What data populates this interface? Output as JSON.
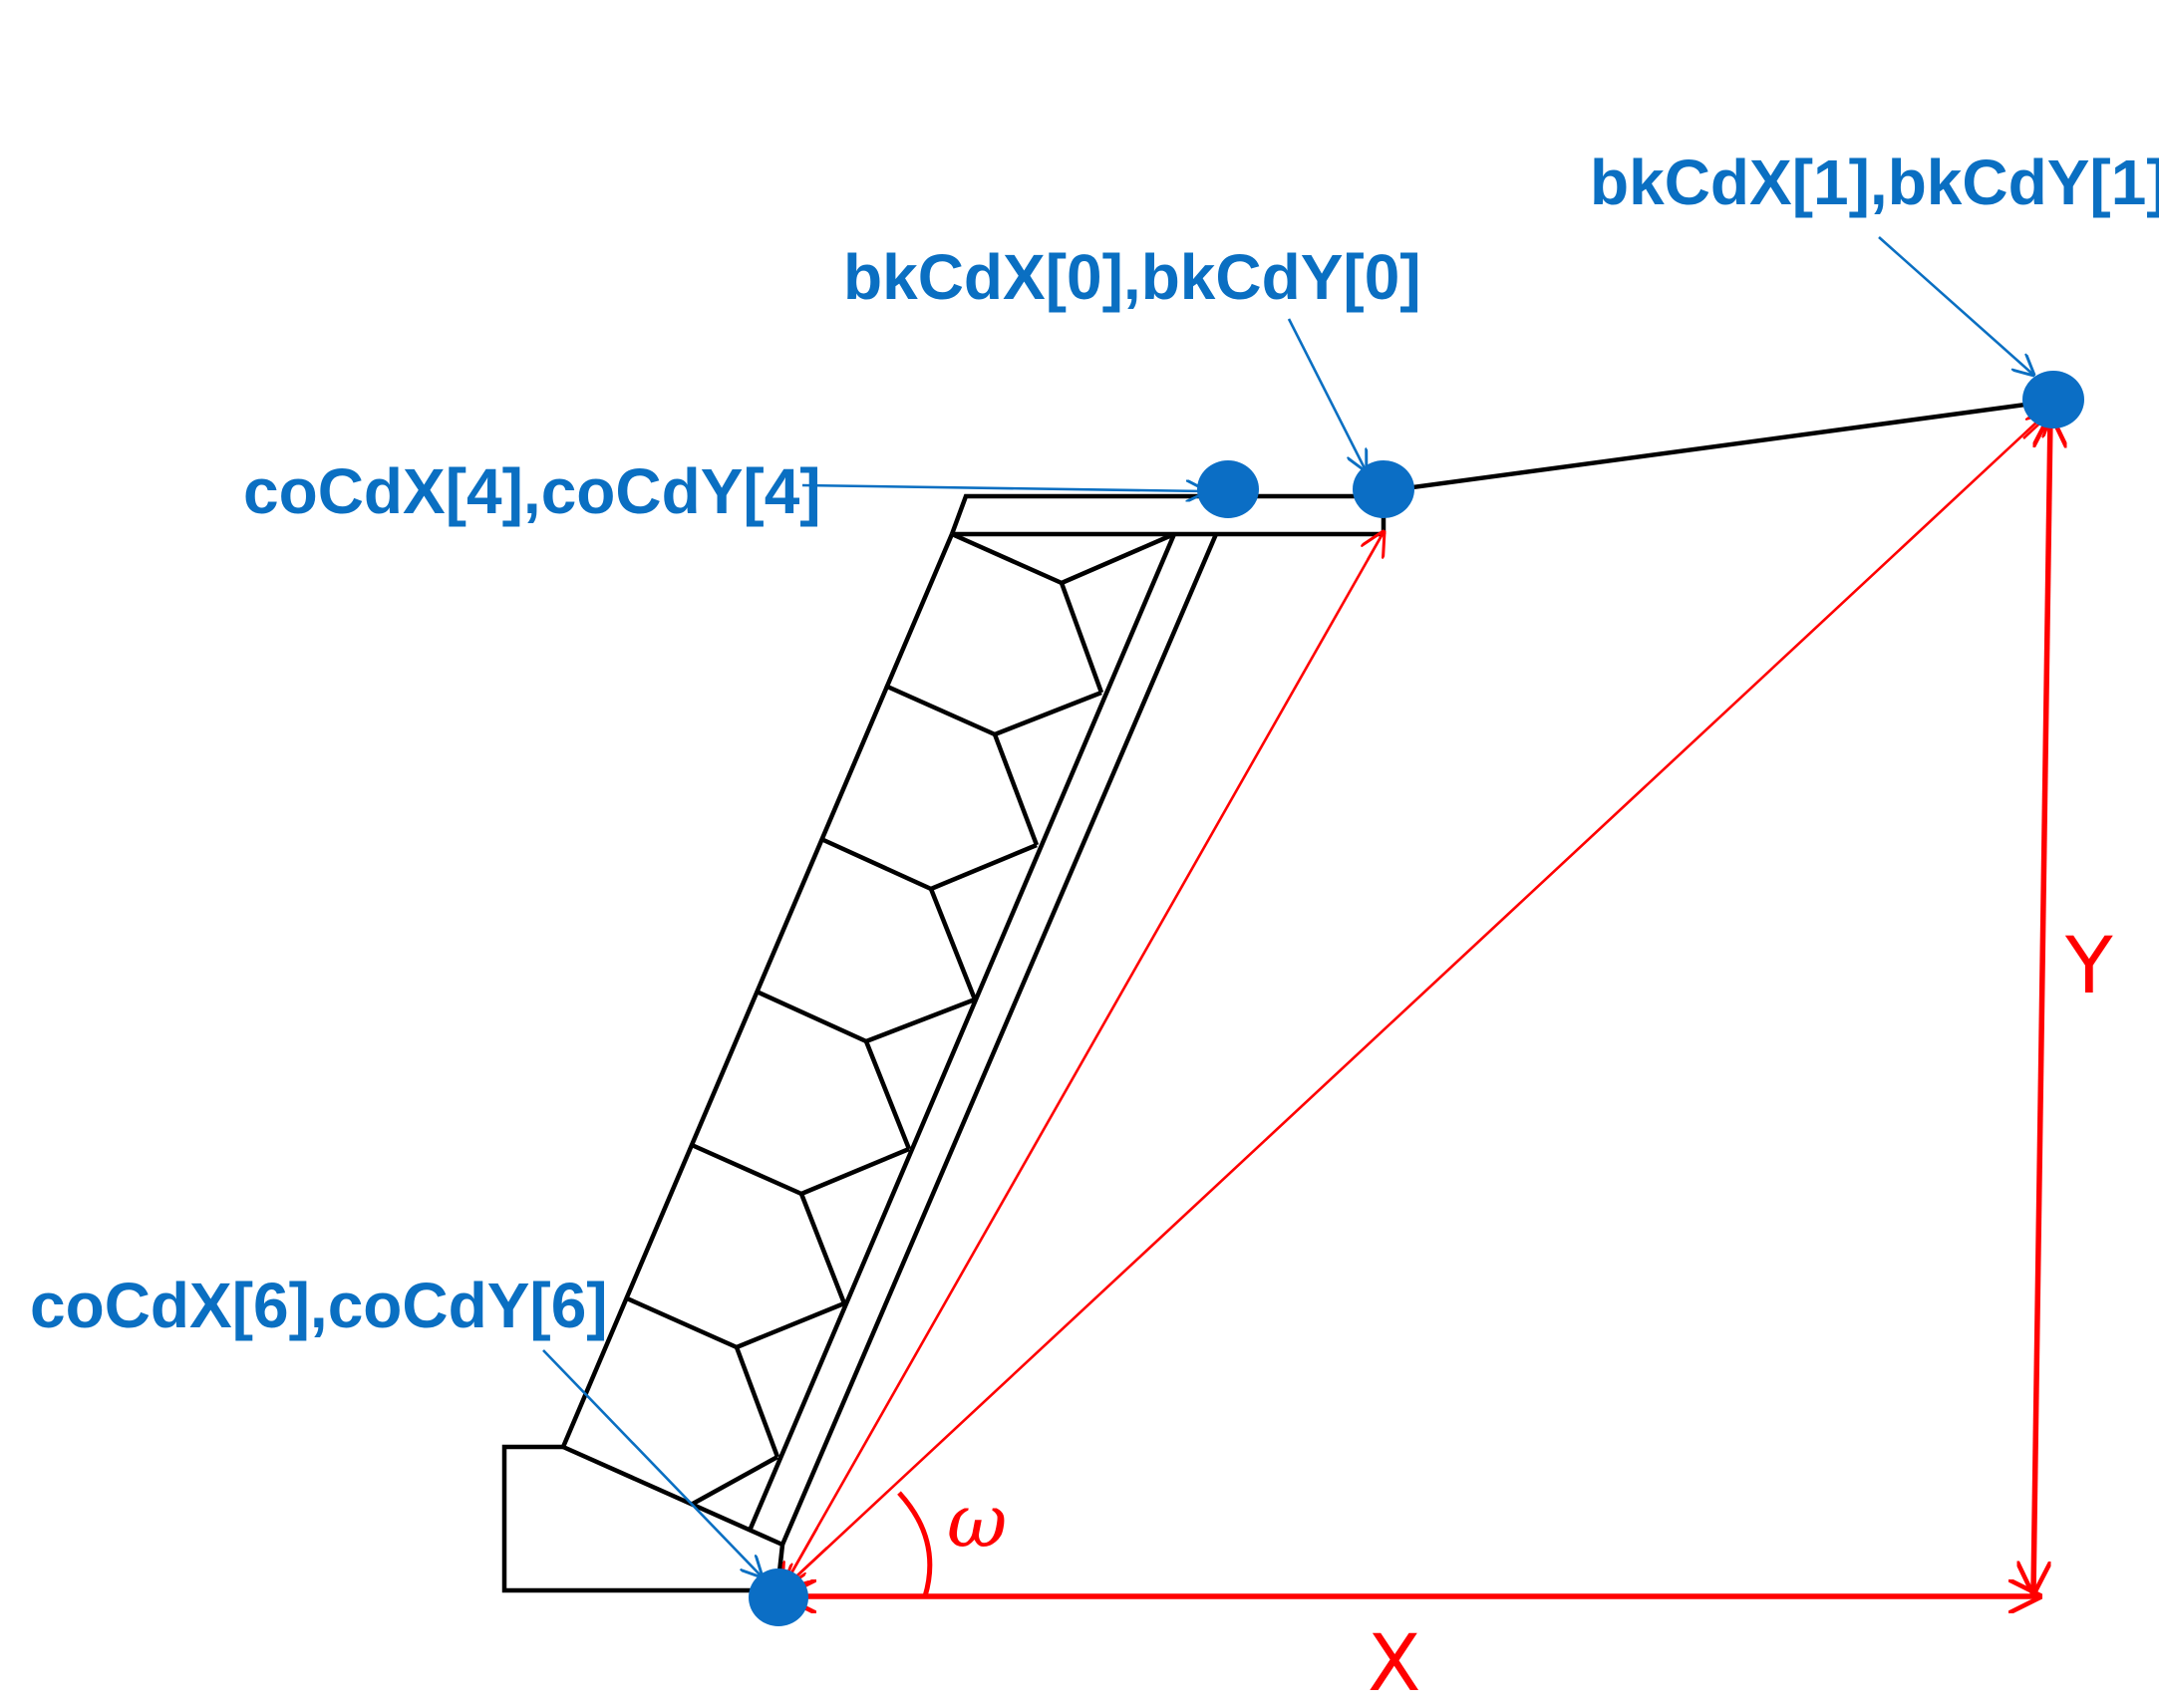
{
  "labels": {
    "bk1": "bkCdX[1],bkCdY[1]",
    "bk0": "bkCdX[0],bkCdY[0]",
    "co4": "coCdX[4],coCdY[4]",
    "co6": "coCdX[6],coCdY[6]",
    "x_axis": "X",
    "y_axis": "Y",
    "angle": "ω"
  },
  "colors": {
    "label_blue": "#0a6fc2",
    "point_blue": "#0b6ec5",
    "dimension_red": "#ff0000",
    "wall_black": "#000000"
  }
}
